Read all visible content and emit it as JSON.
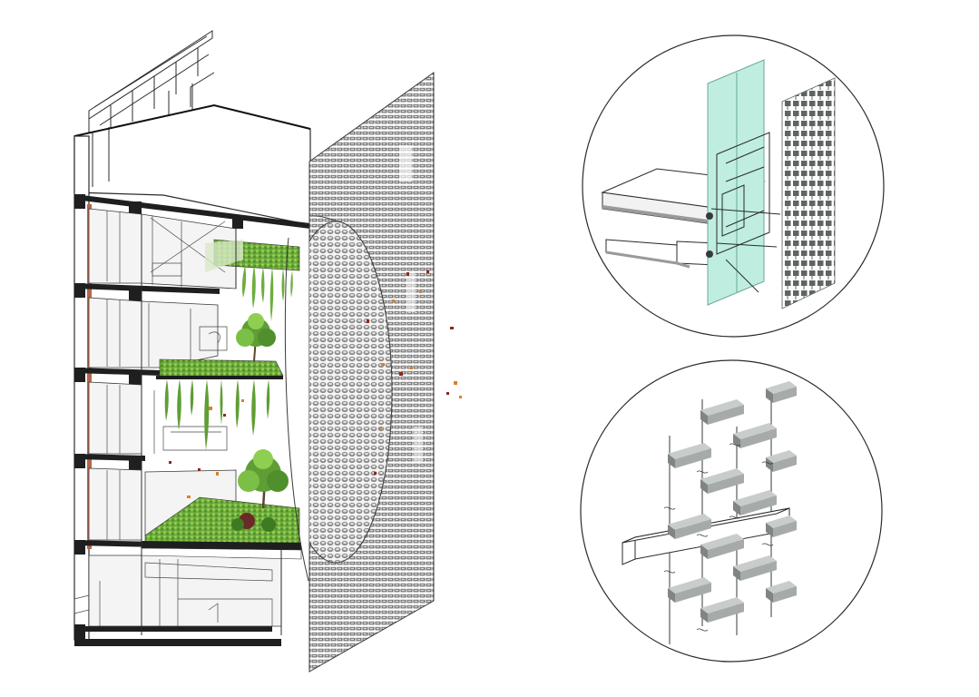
{
  "figure": {
    "main_view": "building-sectional-axonometric",
    "details": [
      "facade-glazing-detail",
      "brick-screen-detail"
    ]
  },
  "colors": {
    "line": "#2b2b2b",
    "slab": "#1f1f1f",
    "floor": "#f2f2f2",
    "wall": "#e6e6e6",
    "facade": "#6b6b6b",
    "facade_light": "#a9a9a9",
    "foliage": "#5f9e34",
    "foliage_light": "#9ccd55",
    "foliage_dark": "#3e7a24",
    "trunk": "#5a4530",
    "glass": "#bfeee0",
    "brick": "#a6aba9",
    "brick_dark": "#7f8583",
    "red_leaf": "#8a2a20",
    "leaf_orange": "#d9822b",
    "timber": "#b4674a"
  }
}
